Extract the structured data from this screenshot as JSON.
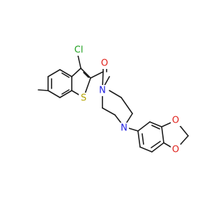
{
  "atoms": {
    "chlorine": "Cl",
    "carbonyl_oxygen": "O",
    "thiophene_sulfur": "S",
    "piperazine_n_amide": "N",
    "piperazine_n_benzyl": "N",
    "dioxole_oxygen_top": "O",
    "dioxole_oxygen_bottom": "O"
  },
  "colors": {
    "bond": "#1a1a1a",
    "chlorine": "#1fa01f",
    "oxygen": "#e0201a",
    "sulfur": "#b5a400",
    "nitrogen": "#2020e0"
  }
}
